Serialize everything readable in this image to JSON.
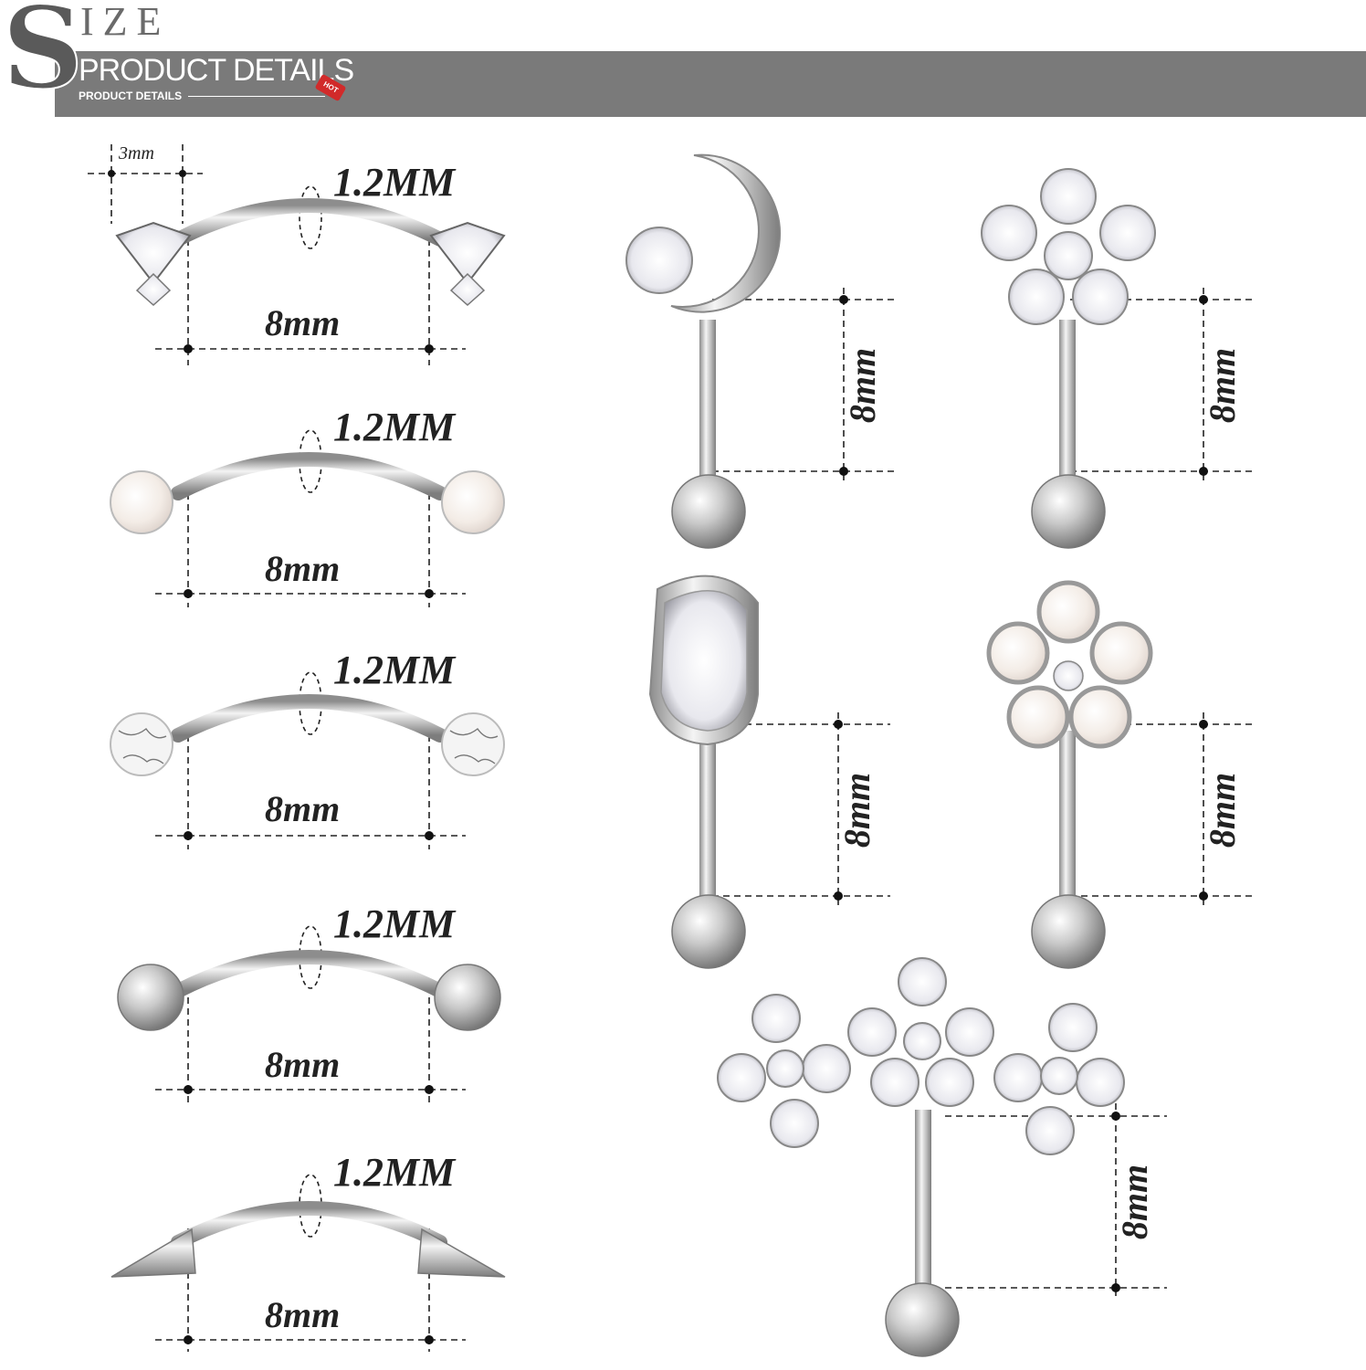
{
  "header": {
    "initial": "S",
    "rest": "IZE",
    "title": "PRODUCT DETAILS",
    "subtitle": "PRODUCT DETAILS",
    "tag": "HOT"
  },
  "dimensions": {
    "gauge": "1.2MM",
    "length": "8mm",
    "ball": "3mm"
  },
  "colors": {
    "banner": "#7a7a7a",
    "steel": "#c8c8c8",
    "tag": "#d12a2a"
  },
  "items": [
    {
      "name": "heart-cz-curved-barbell",
      "gauge": "1.2MM",
      "length": "8mm"
    },
    {
      "name": "white-opal-curved-barbell",
      "gauge": "1.2MM",
      "length": "8mm"
    },
    {
      "name": "white-turquoise-curved-barbell",
      "gauge": "1.2MM",
      "length": "8mm"
    },
    {
      "name": "ball-curved-barbell",
      "gauge": "1.2MM",
      "length": "8mm"
    },
    {
      "name": "spike-curved-barbell",
      "gauge": "1.2MM",
      "length": "8mm"
    },
    {
      "name": "moon-cz-barbell",
      "length": "8mm"
    },
    {
      "name": "flower-cz-barbell",
      "length": "8mm"
    },
    {
      "name": "teardrop-cz-barbell",
      "length": "8mm"
    },
    {
      "name": "opal-flower-barbell",
      "length": "8mm"
    },
    {
      "name": "triple-flower-cz-barbell",
      "length": "8mm"
    }
  ]
}
